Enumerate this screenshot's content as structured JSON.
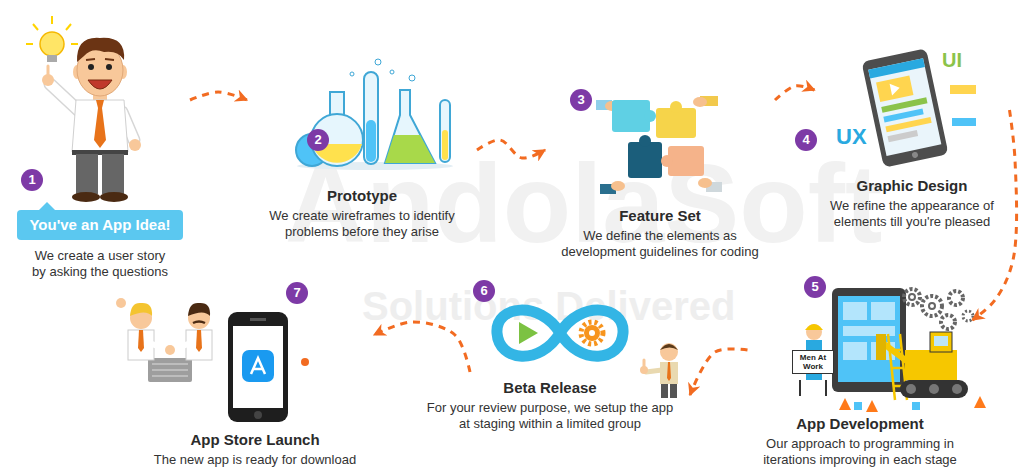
{
  "diagram": {
    "nodes": [
      {
        "text": [
          "You've an App Idea!",
          "We create a user story by asking the questions"
        ]
      },
      {
        "text": [
          "Prototype",
          "We create wireframes to identify problems before they arise"
        ]
      },
      {
        "text": [
          "Feature Set",
          "We define the elements as development guidelines for coding"
        ]
      },
      {
        "text": [
          "Graphic Design",
          "We refine the appearance of elements till you're pleased"
        ]
      },
      {
        "text": [
          "App Development",
          "Our approach to programming in iterations improving in each stage"
        ]
      },
      {
        "text": [
          "Beta Release",
          "For your review purpose, we setup the app at staging within a limited group"
        ]
      },
      {
        "text": [
          "App Store Launch",
          "The new app is ready for download"
        ]
      }
    ],
    "edges": [
      {
        "from": 0,
        "to": 1,
        "arrow": "to"
      },
      {
        "from": 1,
        "to": 2,
        "arrow": "to"
      },
      {
        "from": 2,
        "to": 3,
        "arrow": "to"
      },
      {
        "from": 3,
        "to": 4,
        "arrow": "to"
      },
      {
        "from": 4,
        "to": 5,
        "arrow": "to"
      },
      {
        "from": 5,
        "to": 6,
        "arrow": "to"
      }
    ],
    "labels": [
      "1",
      "2",
      "3",
      "4",
      "5",
      "6",
      "7",
      "UI",
      "UX",
      "Men At Work",
      "AndolaSoft",
      "Solutions Delivered"
    ]
  }
}
